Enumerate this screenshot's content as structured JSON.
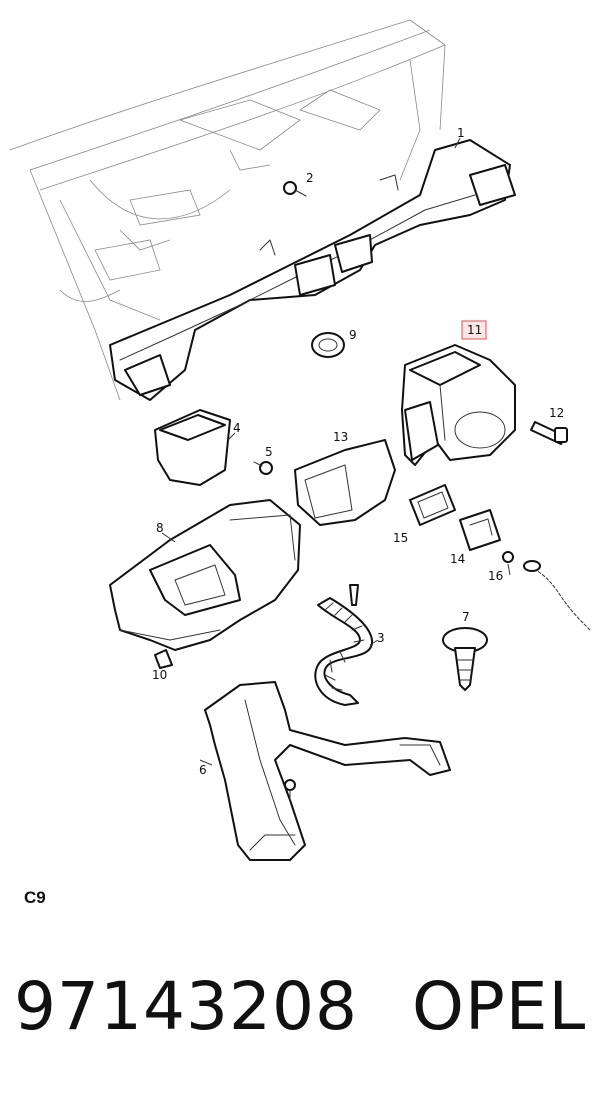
{
  "diagram": {
    "callouts": {
      "p1": "1",
      "p2": "2",
      "p3": "3",
      "p4": "4",
      "p5": "5",
      "p6": "6",
      "p7": "7",
      "p8": "8",
      "p9": "9",
      "p10": "10",
      "p11": "11",
      "p12": "12",
      "p13": "13",
      "p14": "14",
      "p15": "15",
      "p16": "16"
    },
    "highlight_color": "#d9534f"
  },
  "footer": {
    "section_code": "C9",
    "part_number": "97143208",
    "brand": "OPEL"
  }
}
